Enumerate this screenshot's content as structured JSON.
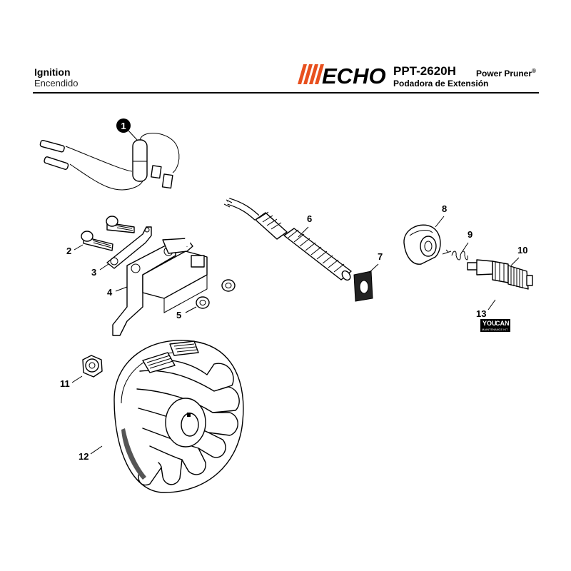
{
  "header": {
    "title": "Ignition",
    "subtitle": "Encendido",
    "brand": "ECHO",
    "model": "PPT-2620H",
    "product": "Power Pruner",
    "registered": "®",
    "product_es": "Podadora de Extensión"
  },
  "callouts": {
    "c1": "1",
    "c2": "2",
    "c3": "3",
    "c4": "4",
    "c5": "5",
    "c6": "6",
    "c7": "7",
    "c8": "8",
    "c9": "9",
    "c10": "10",
    "c11": "11",
    "c12": "12",
    "c13": "13"
  },
  "kit_badge": {
    "line1": "YOU",
    "line2": "CAN",
    "line3": "MAINTENANCE KIT"
  },
  "colors": {
    "brand_orange": "#e8501e",
    "rule": "#000000"
  }
}
